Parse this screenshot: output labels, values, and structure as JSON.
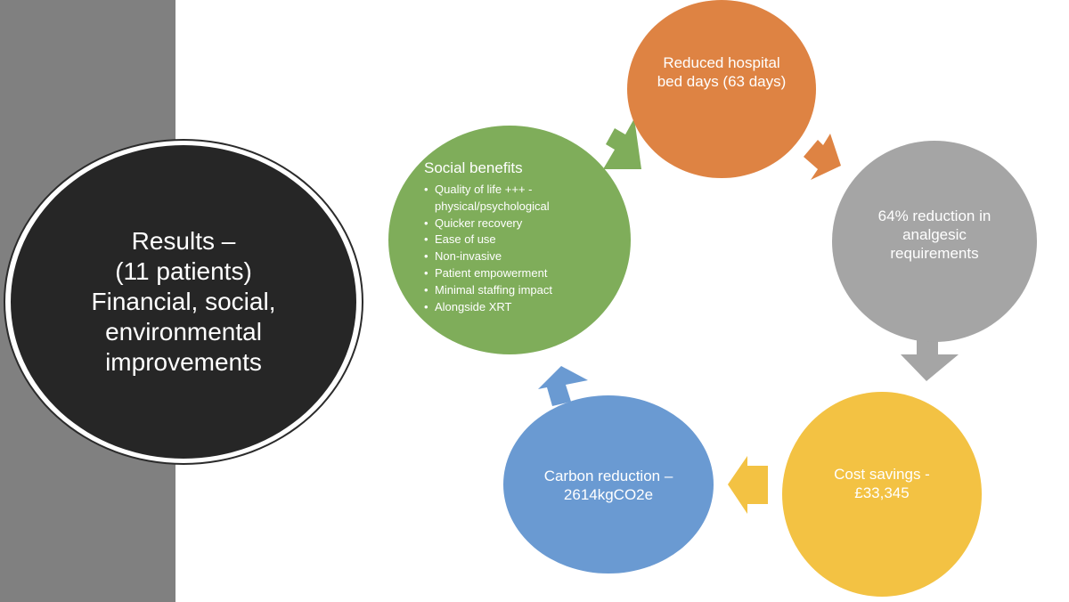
{
  "title": {
    "line1": "Results –",
    "line2": "(11 patients)",
    "line3": "Financial, social,",
    "line4": "environmental",
    "line5": "improvements"
  },
  "cycle": {
    "bed_days": "Reduced hospital bed days (63 days)",
    "analgesic": "64% reduction in analgesic requirements",
    "cost": "Cost savings - £33,345",
    "carbon": "Carbon reduction – 2614kgCO2e",
    "social": {
      "heading": "Social benefits",
      "items": [
        "Quality of life +++ -physical/psychological",
        "Quicker recovery",
        "Ease of use",
        "Non-invasive",
        "Patient empowerment",
        "Minimal staffing impact",
        "Alongside XRT"
      ]
    }
  },
  "colors": {
    "orange": "#de8343",
    "gray": "#a5a5a5",
    "yellow": "#f3c243",
    "blue": "#6a9ad2",
    "green": "#7fad5a",
    "dark": "#262626"
  }
}
